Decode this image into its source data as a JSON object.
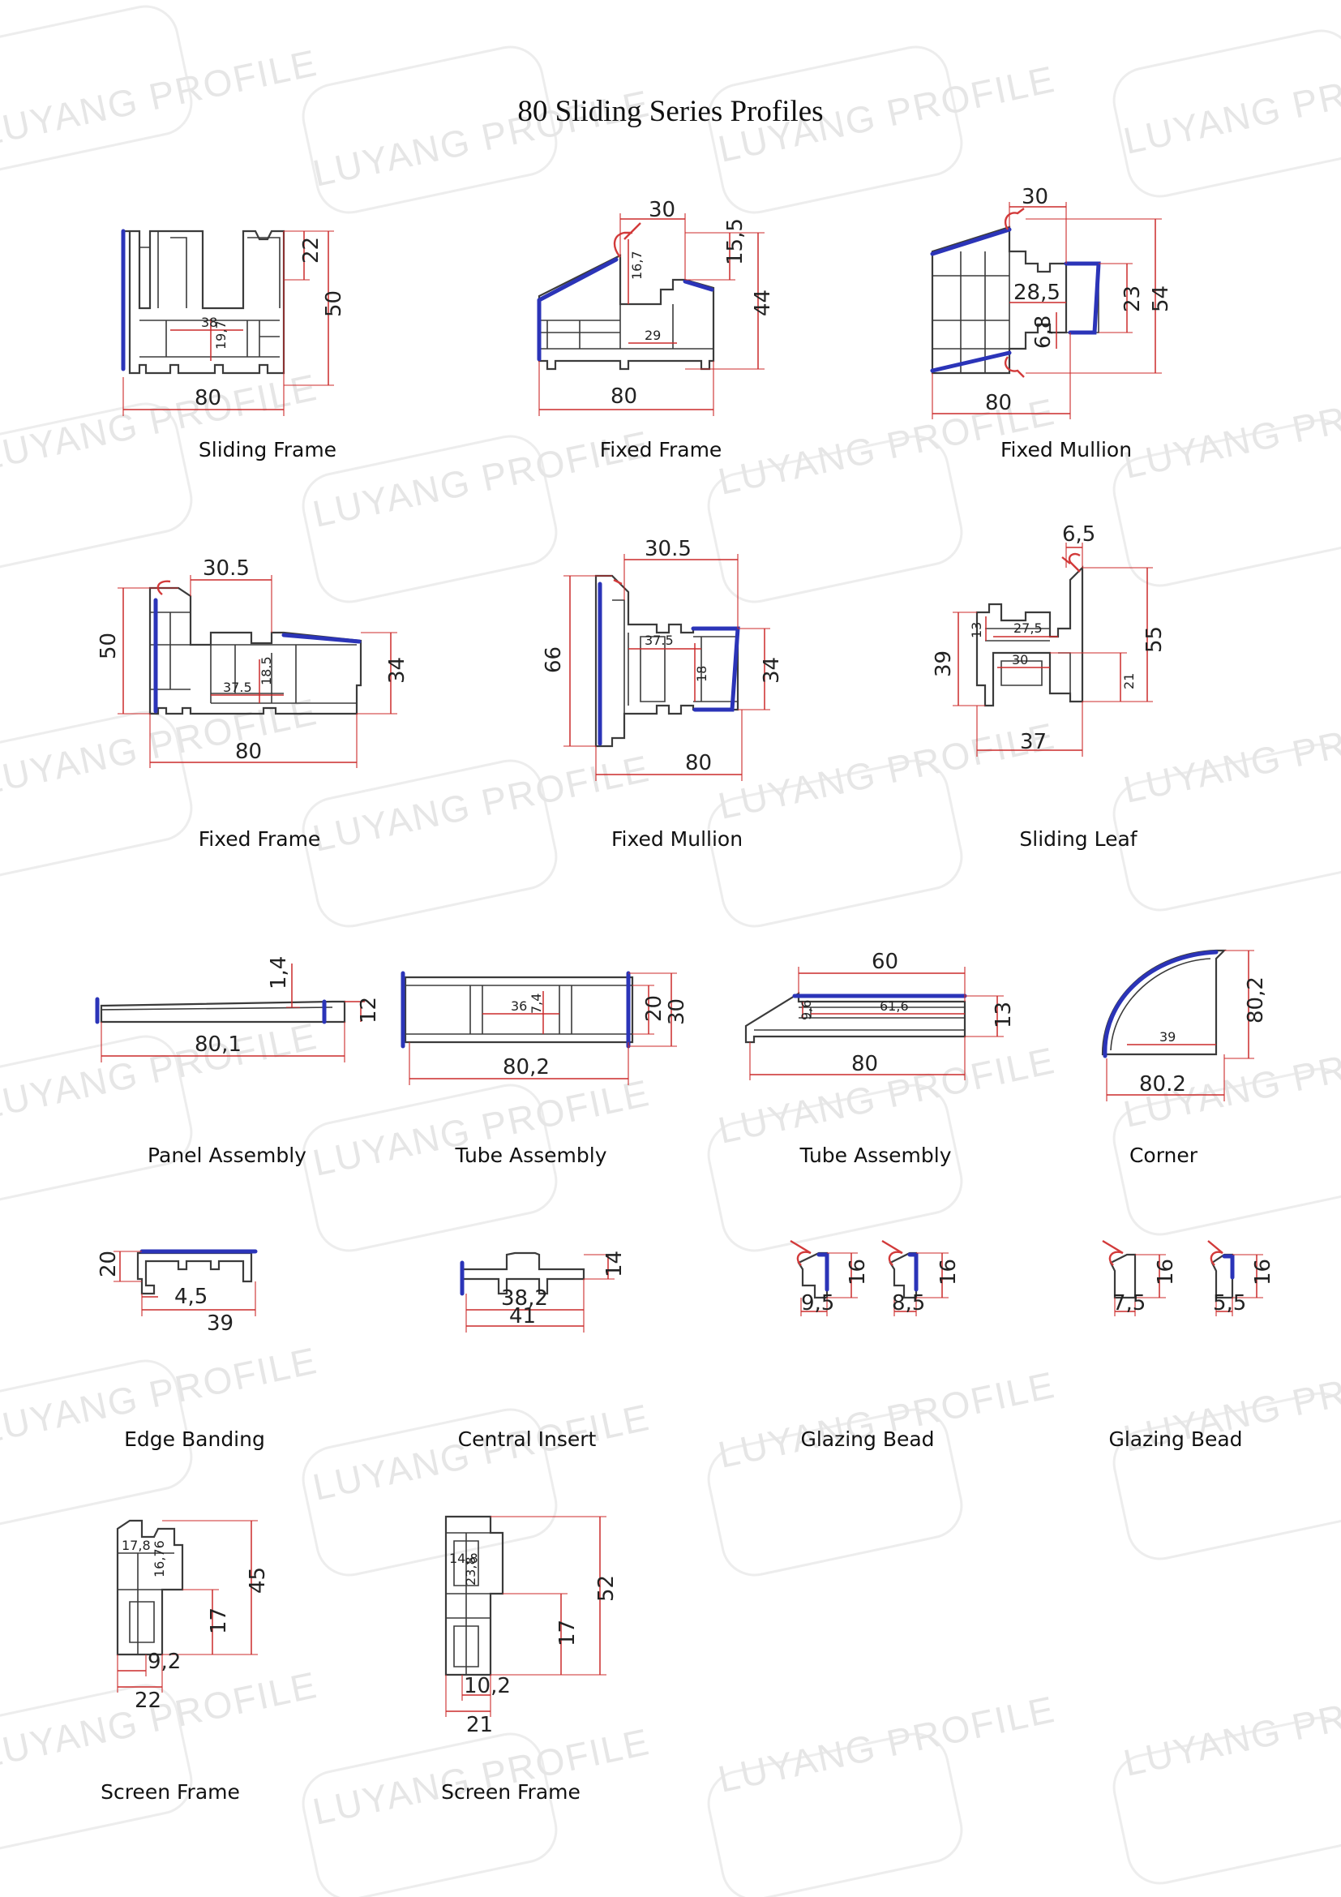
{
  "page": {
    "title": "80 Sliding Series Profiles",
    "watermark_text": "LUYANG PROFILE"
  },
  "profiles": [
    {
      "name": "Sliding Frame",
      "dims": [
        "80",
        "50",
        "22",
        "38",
        "19,7"
      ]
    },
    {
      "name": "Fixed Frame",
      "dims": [
        "80",
        "30",
        "44",
        "15,5",
        "16,7",
        "29"
      ]
    },
    {
      "name": "Fixed Mullion",
      "dims": [
        "80",
        "30",
        "54",
        "23",
        "28,5",
        "6,8"
      ]
    },
    {
      "name": "Fixed Frame",
      "dims": [
        "80",
        "30.5",
        "50",
        "34",
        "37.5",
        "18.5"
      ]
    },
    {
      "name": "Fixed Mullion",
      "dims": [
        "80",
        "30.5",
        "66",
        "34",
        "37.5",
        "18"
      ]
    },
    {
      "name": "Sliding Leaf",
      "dims": [
        "37",
        "6,5",
        "55",
        "39",
        "27,5",
        "30",
        "13",
        "21"
      ]
    },
    {
      "name": "Panel Assembly",
      "dims": [
        "80,1",
        "1,4",
        "12"
      ]
    },
    {
      "name": "Tube Assembly",
      "dims": [
        "80,2",
        "30",
        "20",
        "36",
        "7,4"
      ]
    },
    {
      "name": "Tube Assembly",
      "dims": [
        "80",
        "60",
        "61,6",
        "13",
        "9,6"
      ]
    },
    {
      "name": "Corner",
      "dims": [
        "80.2",
        "80,2",
        "39"
      ]
    },
    {
      "name": "Edge Banding",
      "dims": [
        "39",
        "20",
        "4,5"
      ]
    },
    {
      "name": "Central Insert",
      "dims": [
        "41",
        "38,2",
        "14"
      ]
    },
    {
      "name": "Glazing Bead",
      "dims": [
        "16",
        "9,5",
        "16",
        "8,5"
      ]
    },
    {
      "name": "Glazing Bead",
      "dims": [
        "16",
        "7,5",
        "16",
        "5,5"
      ]
    },
    {
      "name": "Screen Frame",
      "dims": [
        "22",
        "9,2",
        "45",
        "17",
        "17,8",
        "16,76"
      ]
    },
    {
      "name": "Screen Frame",
      "dims": [
        "21",
        "10,2",
        "52",
        "17",
        "14,8",
        "23,8"
      ]
    }
  ]
}
